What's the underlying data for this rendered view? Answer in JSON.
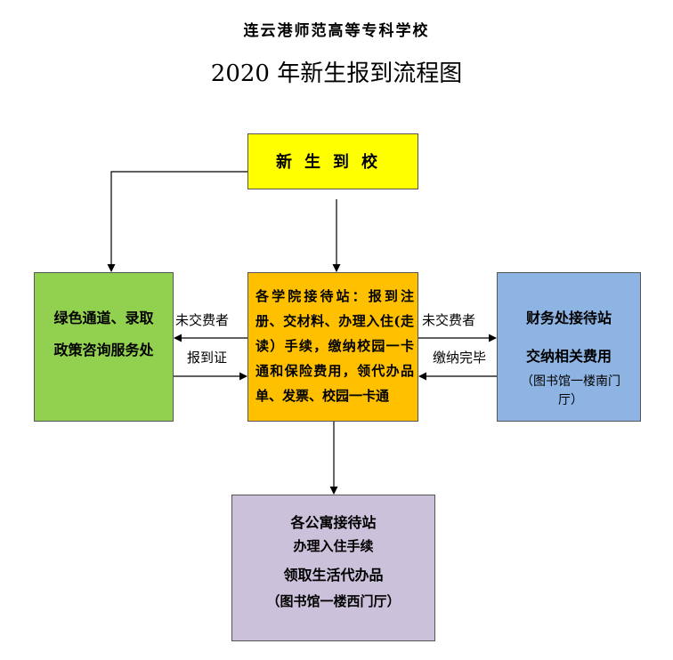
{
  "header": {
    "school": "连云港师范高等专科学校",
    "title": "2020 年新生报到流程图"
  },
  "nodes": {
    "start": {
      "label": "新生到校",
      "color": "#ffff00"
    },
    "green_channel": {
      "line1": "绿色通道、录取",
      "line2": "政策咨询服务处",
      "color": "#92d050"
    },
    "college": {
      "text": "各学院接待站：报到注册、交材料、办理入住(走读）手续，缴纳校园一卡通和保险费用，领代办品单、发票、校园一卡通",
      "color": "#ffc000"
    },
    "finance": {
      "line1": "财务处接待站",
      "line2": "交纳相关费用",
      "line3": "（图书馆一楼南门厅）",
      "color": "#8eb4e3"
    },
    "dorm": {
      "line1": "各公寓接待站",
      "line2": "办理入住手续",
      "line3": "领取生活代办品",
      "line4": "（图书馆一楼西门厅）",
      "color": "#ccc1da"
    }
  },
  "edges": {
    "to_green": "未交费者",
    "from_green": "报到证",
    "to_finance": "未交费者",
    "from_finance": "缴纳完毕"
  }
}
